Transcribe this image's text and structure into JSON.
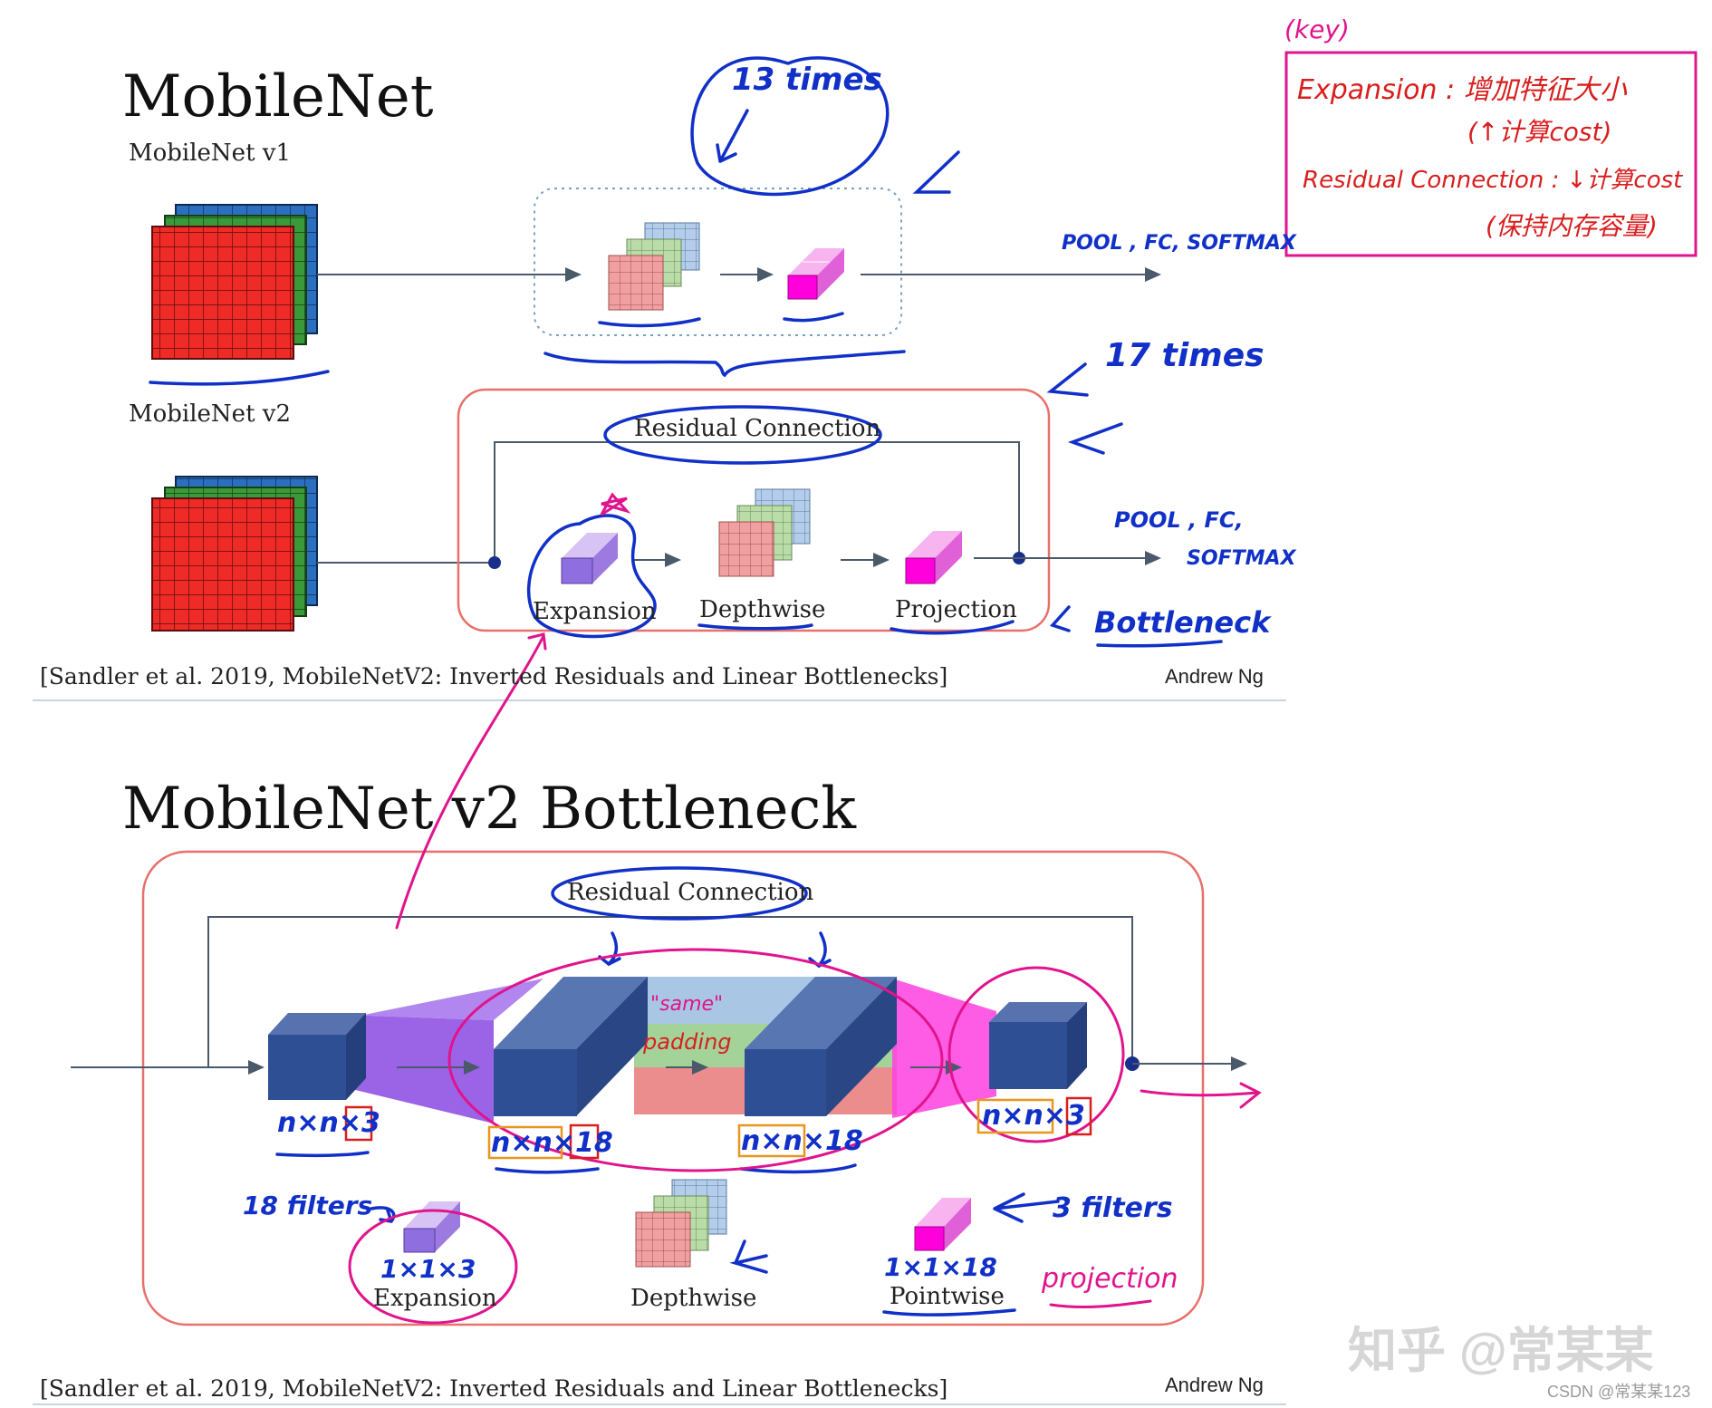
{
  "slide1": {
    "title": "MobileNet",
    "v1_label": "MobileNet v1",
    "v2_label": "MobileNet v2",
    "residual_label": "Residual Connection",
    "blocks": [
      "Expansion",
      "Depthwise",
      "Projection"
    ],
    "citation": "[Sandler et al. 2019, MobileNetV2: Inverted Residuals and Linear Bottlenecks]",
    "author": "Andrew Ng"
  },
  "slide2": {
    "title": "MobileNet v2 Bottleneck",
    "residual_label": "Residual Connection",
    "blocks": [
      "Expansion",
      "Depthwise",
      "Pointwise"
    ],
    "citation": "[Sandler et al. 2019, MobileNetV2: Inverted Residuals and Linear Bottlenecks]",
    "author": "Andrew Ng"
  },
  "annotations": {
    "times_13": "13 times",
    "times_17": "17 times",
    "pool_fc_1": "POOL , FC, SOFTMAX",
    "pool_fc_2a": "POOL , FC,",
    "pool_fc_2b": "SOFTMAX",
    "bottleneck": "Bottleneck",
    "key_title": "(key)",
    "key_expansion": "Expansion : 增加特征大小",
    "key_expansion_2": "(↑计算cost)",
    "key_residual": "Residual Connection : ↓计算cost",
    "key_residual_2": "(保持内存容量)",
    "dim_in": "n×n×3",
    "dim_exp": "n×n×18",
    "dim_dw": "n×n×18",
    "dim_out": "n×n×3",
    "same": "\"same\"",
    "padding": "padding",
    "filters_18": "18 filters",
    "filters_3": "3 filters",
    "shape_exp": "1×1×3",
    "shape_proj": "1×1×18",
    "projection": "projection"
  },
  "watermark": "知乎 @常某某",
  "csdn": "CSDN @常某某123",
  "colors": {
    "pen_blue": "#1030c8",
    "pen_magenta": "#e0148c",
    "pen_red": "#d81e1e",
    "box_red": "#e8706a",
    "block_blue": "#2f4f94"
  }
}
